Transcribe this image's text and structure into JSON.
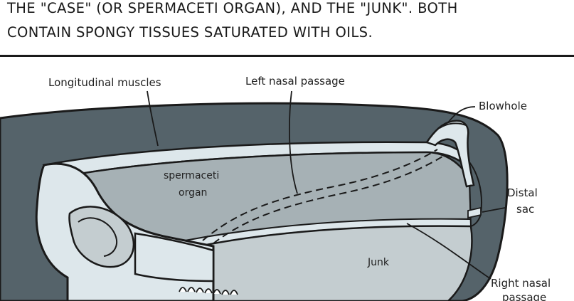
{
  "caption": {
    "line1": "THE \"CASE\" (OR SPERMACETI ORGAN), AND THE \"JUNK\". BOTH",
    "line2": "CONTAIN SPONGY TISSUES SATURATED WITH OILS."
  },
  "labels": {
    "longitudinal_muscles": "Longitudinal muscles",
    "left_nasal_passage": "Left nasal passage",
    "blowhole": "Blowhole",
    "spermaceti_line1": "spermaceti",
    "spermaceti_line2": "organ",
    "distal_line1": "Distal",
    "distal_line2": "sac",
    "junk": "Junk",
    "right_nasal_line1": "Right nasal",
    "right_nasal_line2": "passage"
  },
  "colors": {
    "outer_tissue": "#55636a",
    "spermaceti_organ": "#a6b1b5",
    "junk": "#c4cdd0",
    "bone": "#dde7eb",
    "outline": "#1a1a1a"
  }
}
